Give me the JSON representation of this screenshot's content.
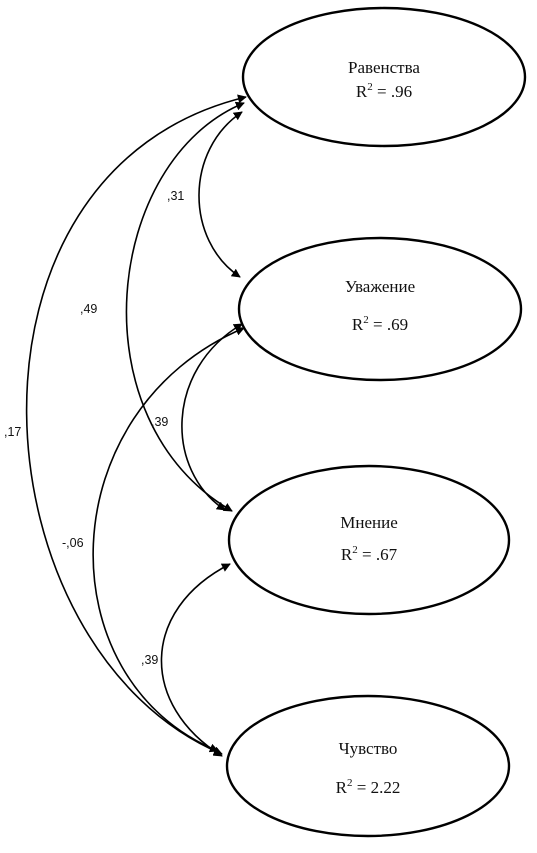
{
  "nodes": [
    {
      "id": "ravenstva",
      "name": "Равенства",
      "r2_label": "R",
      "r2_sup": "2",
      "r2_value": " = .96"
    },
    {
      "id": "uvazhenie",
      "name": "Уважение",
      "r2_label": "R",
      "r2_sup": "2",
      "r2_value": " = .69"
    },
    {
      "id": "mnenie",
      "name": "Мнение",
      "r2_label": "R",
      "r2_sup": "2",
      "r2_value": " = .67"
    },
    {
      "id": "chuvstvo",
      "name": "Чувство",
      "r2_label": "R",
      "r2_sup": "2",
      "r2_value": " = 2.22"
    }
  ],
  "edges": [
    {
      "id": "ravenstva-uvazhenie",
      "from": "ravenstva",
      "to": "uvazhenie",
      "label": ",31"
    },
    {
      "id": "ravenstva-mnenie",
      "from": "ravenstva",
      "to": "mnenie",
      "label": ",49"
    },
    {
      "id": "ravenstva-chuvstvo",
      "from": "ravenstva",
      "to": "chuvstvo",
      "label": ",17"
    },
    {
      "id": "uvazhenie-mnenie",
      "from": "uvazhenie",
      "to": "mnenie",
      "label": ",39"
    },
    {
      "id": "uvazhenie-chuvstvo",
      "from": "uvazhenie",
      "to": "chuvstvo",
      "label": "-,06"
    },
    {
      "id": "mnenie-chuvstvo",
      "from": "mnenie",
      "to": "chuvstvo",
      "label": ",39"
    }
  ],
  "colors": {
    "stroke": "#000000",
    "background": "#ffffff"
  }
}
